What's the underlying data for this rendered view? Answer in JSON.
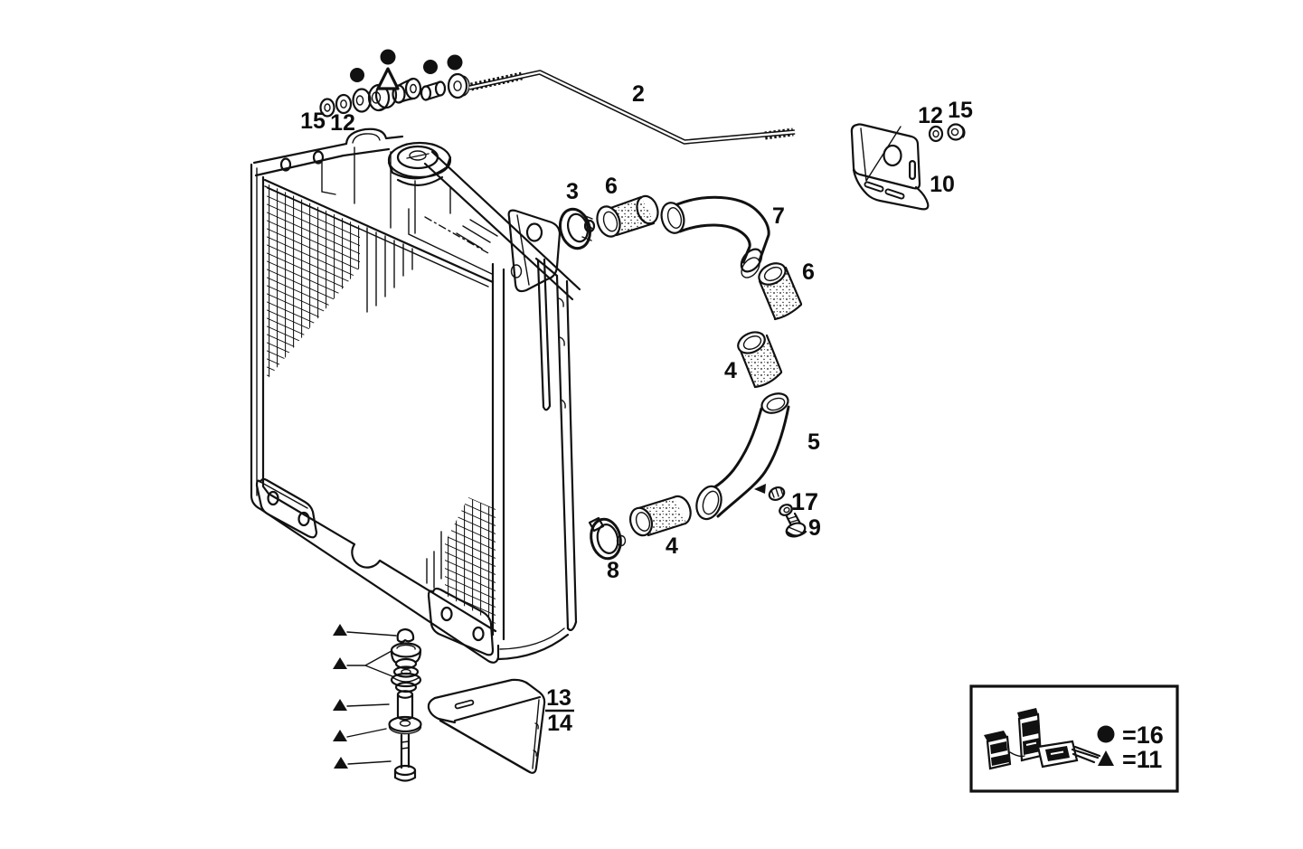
{
  "diagram": {
    "type": "exploded-parts-line-drawing",
    "subject": "radiator, hoses and mounting hardware",
    "background": "#ffffff",
    "ink": "#111111"
  },
  "part_labels": {
    "nut_front": "15",
    "washer_front": "12",
    "tie_rod": "2",
    "clamp_upper": "3",
    "sleeve_upper": "6",
    "elbow_upper": "7",
    "sleeve_middle": "6",
    "sleeve_upper_right": "4",
    "elbow_lower": "5",
    "union_nut": "17",
    "drain_screw": "9",
    "clamp_lower": "8",
    "sleeve_lower_left": "4",
    "bracket_washer": "12",
    "bracket_nut": "15",
    "mounting_bracket": "10",
    "gusset_numerator": "13",
    "gusset_denominator": "14"
  },
  "legend": {
    "circle_value": "=16",
    "triangle_value": "=11"
  }
}
